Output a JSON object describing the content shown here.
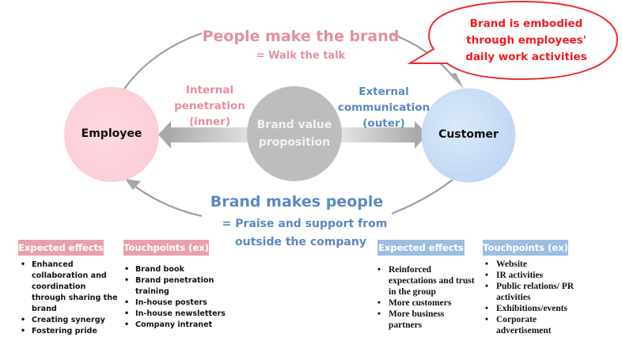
{
  "top": {
    "title": "People make the brand",
    "subtitle": "= Walk the talk"
  },
  "callout": {
    "line1": "Brand is embodied",
    "line2": "through employees'",
    "line3": "daily work activities",
    "color": "#ee1c1c"
  },
  "nodes": {
    "employee": {
      "label": "Employee",
      "color": "#ffd4dc"
    },
    "center": {
      "line1": "Brand value",
      "line2": "proposition",
      "color": "#bfbfbf"
    },
    "customer": {
      "label": "Customer",
      "color": "#cfe2f8"
    }
  },
  "flows": {
    "internal": {
      "line1": "Internal",
      "line2": "penetration",
      "line3": "(inner)"
    },
    "external": {
      "line1": "External",
      "line2": "communication",
      "line3": "(outer)"
    }
  },
  "bottom": {
    "title": "Brand makes people",
    "line1": "=  Praise and support from",
    "line2": "outside the company"
  },
  "panels": {
    "employee_effects": {
      "header": "Expected effects",
      "items": [
        "Enhanced collaboration and coordination through sharing the brand",
        "Creating synergy",
        "Fostering pride"
      ]
    },
    "employee_touchpoints": {
      "header": "Touchpoints (ex)",
      "items": [
        "Brand book",
        "Brand penetration training",
        "In-house posters",
        "In-house newsletters",
        "Company intranet"
      ]
    },
    "customer_effects": {
      "header": "Expected effects",
      "items": [
        "Reinforced expectations and trust in the group",
        "More customers",
        "More business partners"
      ]
    },
    "customer_touchpoints": {
      "header": "Touchpoints (ex)",
      "items": [
        "Website",
        "IR activities",
        "Public relations/ PR activities",
        "Exhibitions/events",
        "Corporate advertisement"
      ]
    }
  },
  "colors": {
    "pink_text": "#e48f9e",
    "blue_text": "#5b88c2",
    "pink_header": "#e8a1ab",
    "blue_header": "#9dbde3"
  }
}
